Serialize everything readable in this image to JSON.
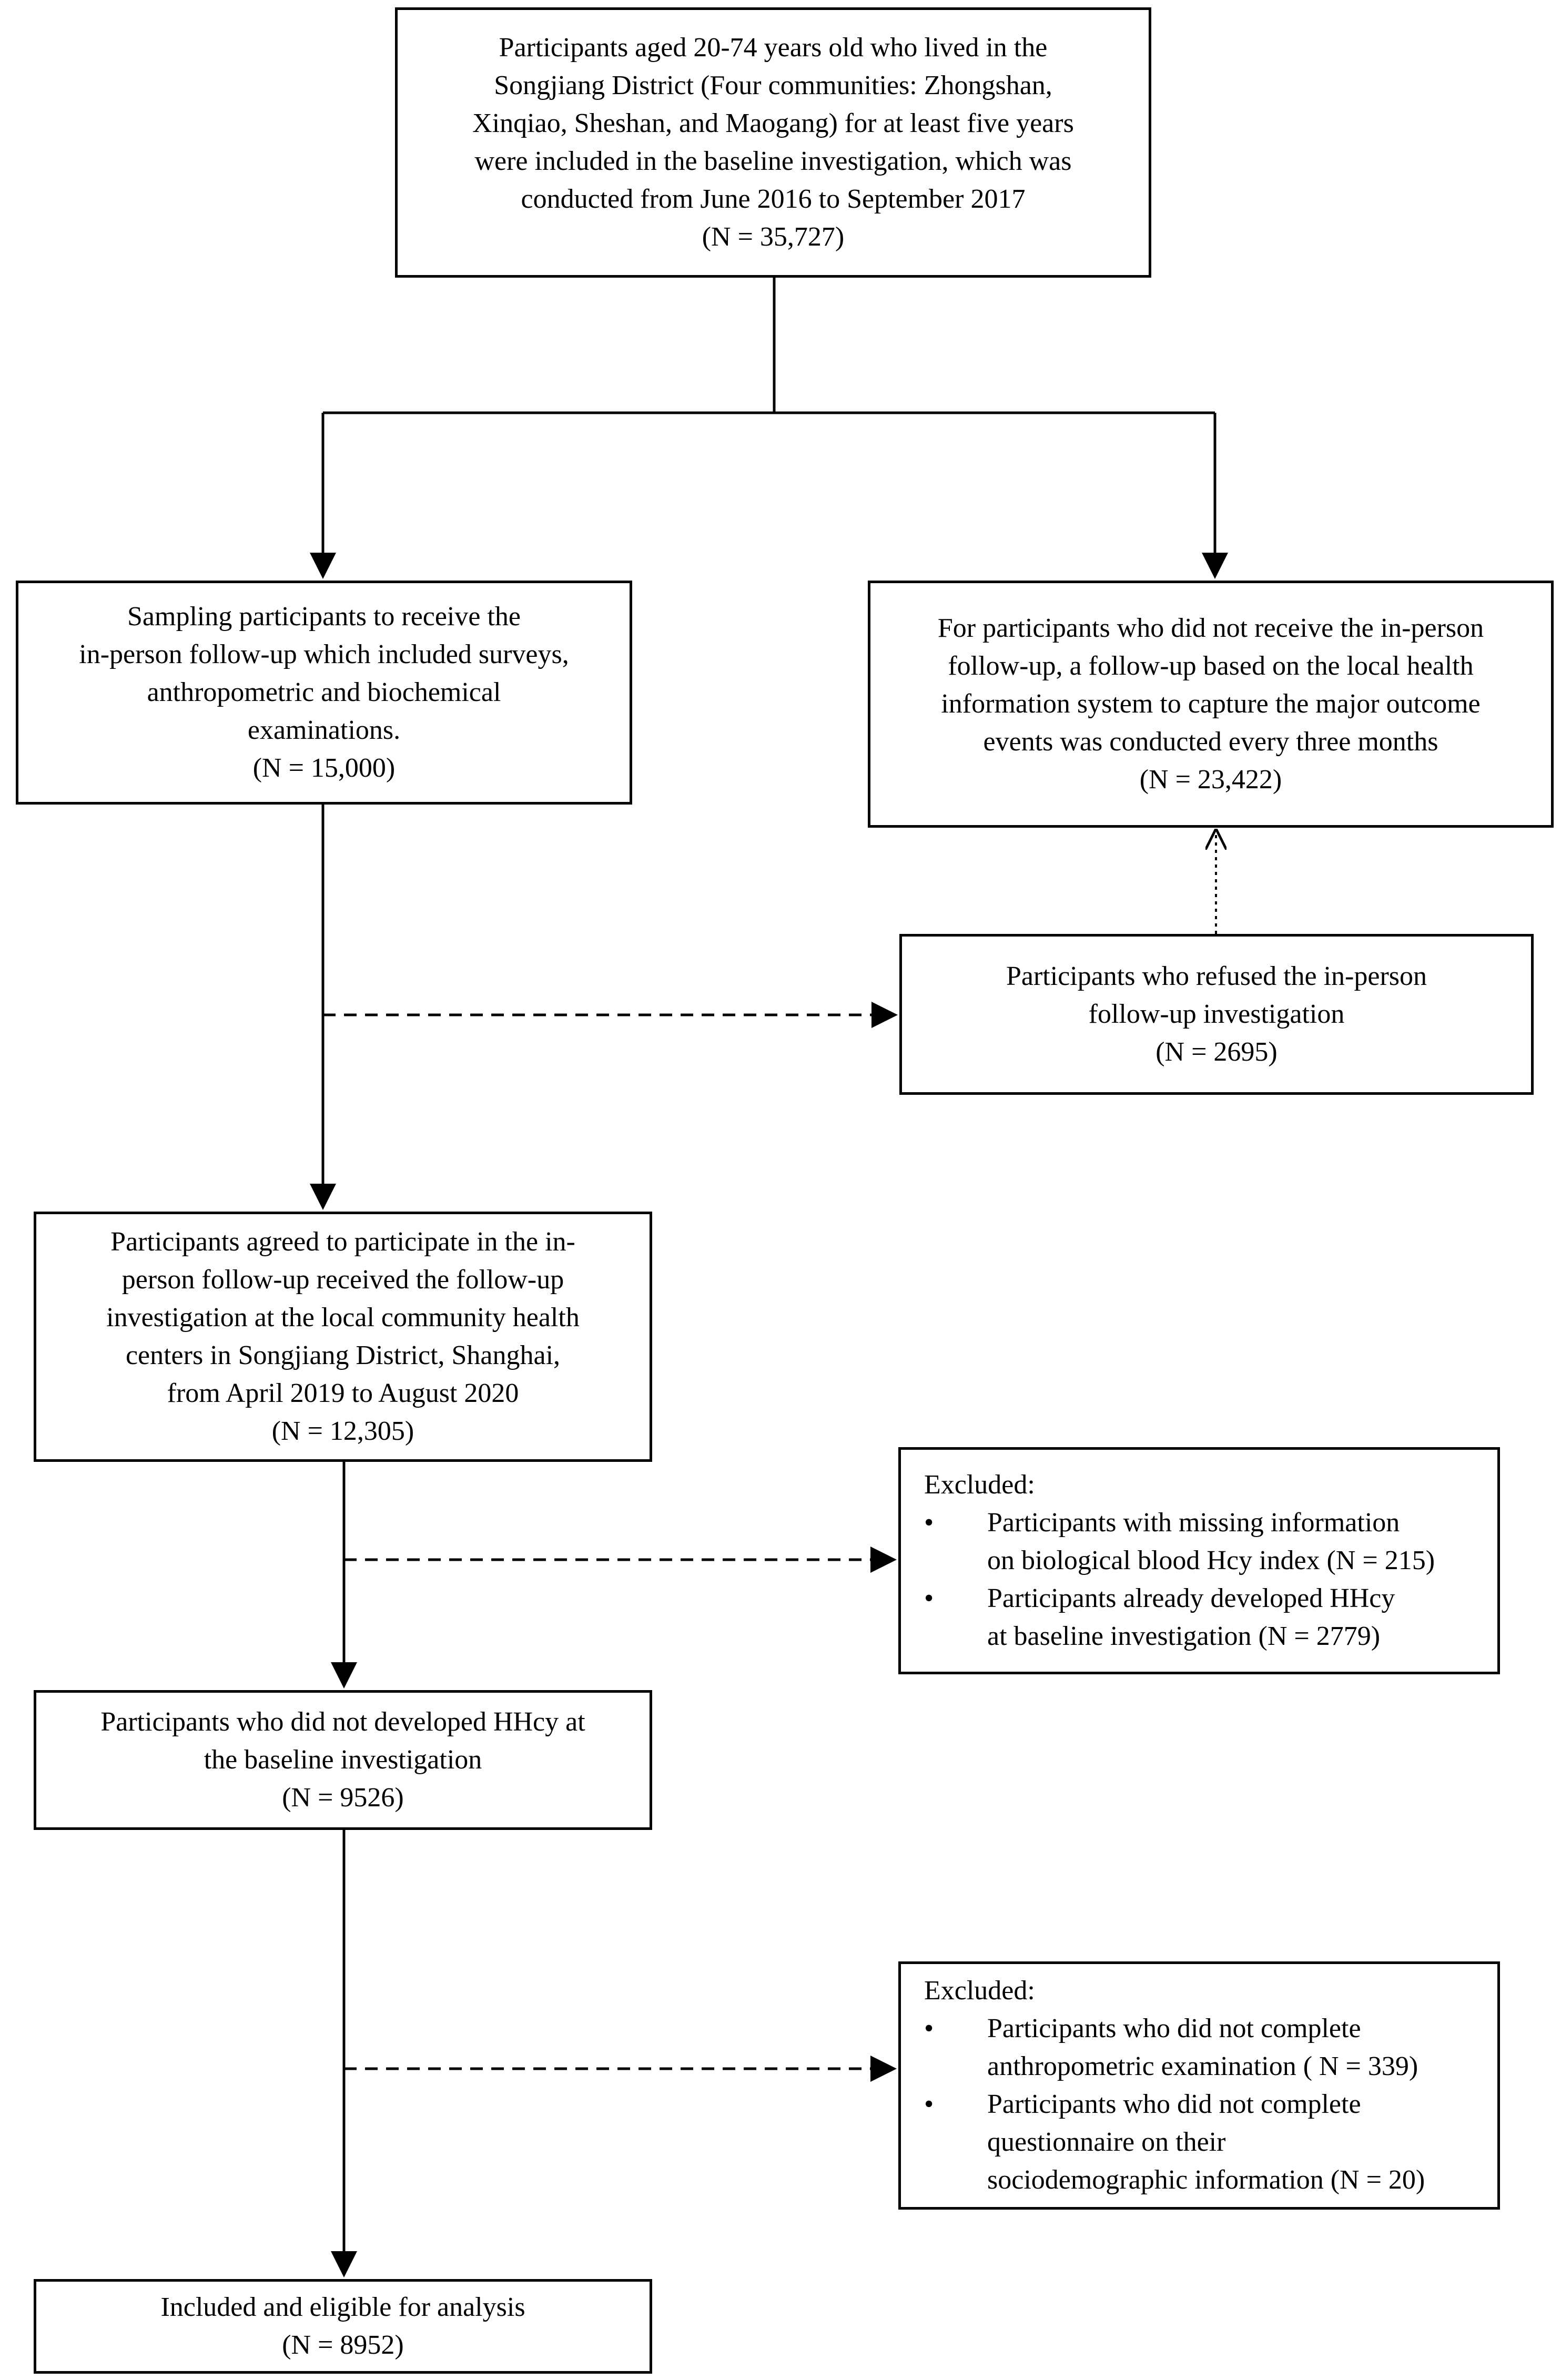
{
  "boxes": {
    "baseline": {
      "lines": [
        "Participants aged 20-74 years old who lived in the",
        "Songjiang District (Four communities: Zhongshan,",
        "Xinqiao, Sheshan, and Maogang) for at least five years",
        "were included in the baseline investigation, which was",
        "conducted from June 2016 to September 2017"
      ],
      "count": "(N = 35,727)"
    },
    "sampling": {
      "lines": [
        "Sampling participants to receive the",
        "in-person follow-up which included surveys,",
        "anthropometric and biochemical",
        "examinations."
      ],
      "count": "(N = 15,000)"
    },
    "system_followup": {
      "lines": [
        "For participants who did not receive the in-person",
        "follow-up, a follow-up based on the local health",
        "information system to capture the major outcome",
        "events was conducted every three months"
      ],
      "count": "(N = 23,422)"
    },
    "refused": {
      "lines": [
        "Participants who refused the in-person",
        "follow-up investigation"
      ],
      "count": "(N = 2695)"
    },
    "agreed": {
      "lines": [
        "Participants agreed to participate in the in-",
        "person follow-up received the follow-up",
        "investigation at the local community health",
        "centers in Songjiang District, Shanghai,",
        "from April 2019 to August 2020"
      ],
      "count": "(N = 12,305)"
    },
    "excluded_1": {
      "heading": "Excluded:",
      "items": [
        {
          "bullet": "•",
          "lines": [
            "Participants with missing information",
            "on biological blood Hcy index (N = 215)"
          ]
        },
        {
          "bullet": "•",
          "lines": [
            "Participants already developed HHcy",
            "at baseline investigation (N = 2779)"
          ]
        }
      ]
    },
    "no_hhcy": {
      "lines": [
        "Participants who did not developed HHcy at",
        "the baseline investigation"
      ],
      "count": "(N = 9526)"
    },
    "excluded_2": {
      "heading": "Excluded:",
      "items": [
        {
          "bullet": "•",
          "lines": [
            "Participants who did not complete",
            "anthropometric examination ( N = 339)"
          ]
        },
        {
          "bullet": "•",
          "lines": [
            "Participants who did not complete",
            "questionnaire on their",
            "sociodemographic information (N = 20)"
          ]
        }
      ]
    },
    "eligible": {
      "lines": [
        "Included and eligible for analysis"
      ],
      "count": "(N = 8952)"
    }
  }
}
